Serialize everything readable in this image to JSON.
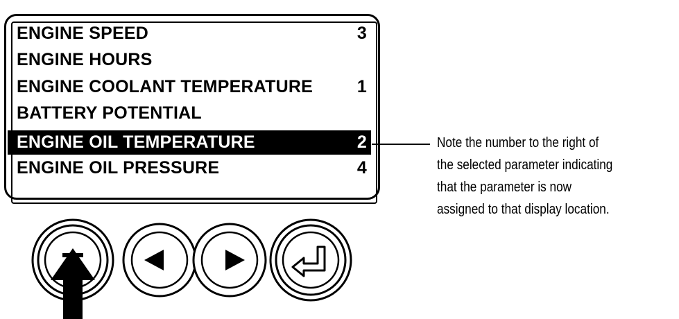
{
  "display": {
    "rows": [
      {
        "label": "ENGINE SPEED",
        "location": "3",
        "selected": false
      },
      {
        "label": "ENGINE HOURS",
        "location": "",
        "selected": false
      },
      {
        "label": "ENGINE COOLANT TEMPERATURE",
        "location": "1",
        "selected": false
      },
      {
        "label": "BATTERY POTENTIAL",
        "location": "",
        "selected": false
      },
      {
        "label": "ENGINE OIL TEMPERATURE",
        "location": "2",
        "selected": true
      },
      {
        "label": "ENGINE OIL  PRESSURE",
        "location": "4",
        "selected": false
      }
    ]
  },
  "callout": {
    "lines": [
      "Note the number to the right of",
      "the selected parameter indicating",
      "that the parameter is now",
      "assigned to that display location."
    ]
  },
  "buttons": [
    {
      "name": "menu-button",
      "icon": "menu-dash-icon"
    },
    {
      "name": "left-arrow-button",
      "icon": "left-triangle-icon"
    },
    {
      "name": "right-arrow-button",
      "icon": "right-triangle-icon"
    },
    {
      "name": "enter-button",
      "icon": "enter-return-icon"
    }
  ],
  "colors": {
    "ink": "#000000",
    "paper": "#ffffff"
  }
}
